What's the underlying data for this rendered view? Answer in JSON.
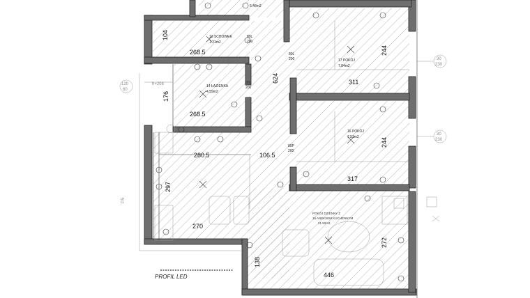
{
  "rooms": [
    {
      "id": "schowek",
      "name": "13  SCHOWEK",
      "area": "1.21m2"
    },
    {
      "id": "lazienka",
      "name": "14  ŁAZIENKA",
      "area": "4.59m2"
    },
    {
      "id": "pokoj17",
      "name": "17  POKÓJ",
      "area": "7.84m2"
    },
    {
      "id": "pokoj16",
      "name": "16  POKÓJ",
      "area": "7.53m2"
    },
    {
      "id": "salon",
      "name": "POKÓJ DZIENNY Z",
      "name2": "15  ANEKSEM KUCHENNYM",
      "area": "21.52m2"
    },
    {
      "id": "top",
      "area": "6.48m2"
    }
  ],
  "dimensions": {
    "d104": "104",
    "d268a": "268.5",
    "d176": "176",
    "d268b": "268.5",
    "d280": "280.5",
    "d297": "297",
    "d270": "270",
    "d1065": "106.5",
    "d624": "624",
    "d244a": "244",
    "d311": "311",
    "d244b": "244",
    "d317": "317",
    "d272": "272",
    "d138": "138",
    "d446": "446"
  },
  "doors": {
    "dr1": "80L",
    "dr1b": "200",
    "dr2": "80L",
    "dr2b": "200",
    "dr3": "80L",
    "dr3b": "200",
    "dr4": "80P",
    "dr4b": "200"
  },
  "side_labels": {
    "r1": "30",
    "r1b": "230",
    "r2": "30",
    "r2b": "230",
    "l1": "120",
    "l1b": "60",
    "l2": "h=208",
    "l3": "P.5"
  },
  "profil": "PROFIL LED"
}
